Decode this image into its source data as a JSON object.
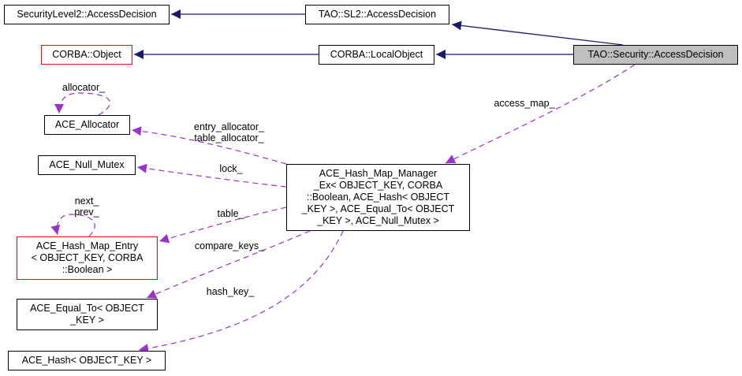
{
  "diagram": {
    "type": "collaboration-graph",
    "colors": {
      "inheritance_edge": "#191970",
      "usage_edge": "#9a32cd",
      "node_border": "#000000",
      "incomplete_node_border": "#ff0000",
      "focus_node_fill": "#bfbfbf"
    },
    "nodes": [
      {
        "id": "sl2_ad",
        "label": "SecurityLevel2::AccessDecision"
      },
      {
        "id": "tao_sl2_ad",
        "label": "TAO::SL2::AccessDecision"
      },
      {
        "id": "corba_object",
        "label": "CORBA::Object"
      },
      {
        "id": "corba_localobject",
        "label": "CORBA::LocalObject"
      },
      {
        "id": "tao_sec_ad",
        "label": "TAO::Security::AccessDecision"
      },
      {
        "id": "ace_allocator",
        "label": "ACE_Allocator"
      },
      {
        "id": "ace_null_mutex",
        "label": "ACE_Null_Mutex"
      },
      {
        "id": "hash_map_entry",
        "label": "ACE_Hash_Map_Entry\n< OBJECT_KEY, CORBA\n::Boolean >"
      },
      {
        "id": "hash_map_manager",
        "label": "ACE_Hash_Map_Manager\n_Ex< OBJECT_KEY, CORBA\n::Boolean, ACE_Hash< OBJECT\n_KEY >, ACE_Equal_To< OBJECT\n_KEY >, ACE_Null_Mutex >"
      },
      {
        "id": "equal_to",
        "label": "ACE_Equal_To< OBJECT\n_KEY >"
      },
      {
        "id": "ace_hash",
        "label": "ACE_Hash< OBJECT_KEY >"
      }
    ],
    "edges": [
      {
        "from": "tao_sl2_ad",
        "to": "sl2_ad",
        "kind": "inheritance",
        "label": ""
      },
      {
        "from": "tao_sec_ad",
        "to": "tao_sl2_ad",
        "kind": "inheritance",
        "label": ""
      },
      {
        "from": "corba_localobject",
        "to": "corba_object",
        "kind": "inheritance",
        "label": ""
      },
      {
        "from": "tao_sec_ad",
        "to": "corba_localobject",
        "kind": "inheritance",
        "label": ""
      },
      {
        "from": "tao_sec_ad",
        "to": "hash_map_manager",
        "kind": "usage",
        "label": "access_map_"
      },
      {
        "from": "ace_allocator",
        "to": "ace_allocator",
        "kind": "usage",
        "label": "allocator_"
      },
      {
        "from": "hash_map_manager",
        "to": "ace_allocator",
        "kind": "usage",
        "label": "entry_allocator_\ntable_allocator_"
      },
      {
        "from": "hash_map_manager",
        "to": "ace_null_mutex",
        "kind": "usage",
        "label": "lock_"
      },
      {
        "from": "hash_map_entry",
        "to": "hash_map_entry",
        "kind": "usage",
        "label": "next_\nprev_"
      },
      {
        "from": "hash_map_manager",
        "to": "hash_map_entry",
        "kind": "usage",
        "label": "table_"
      },
      {
        "from": "hash_map_manager",
        "to": "equal_to",
        "kind": "usage",
        "label": "compare_keys_"
      },
      {
        "from": "hash_map_manager",
        "to": "ace_hash",
        "kind": "usage",
        "label": "hash_key_"
      }
    ]
  }
}
